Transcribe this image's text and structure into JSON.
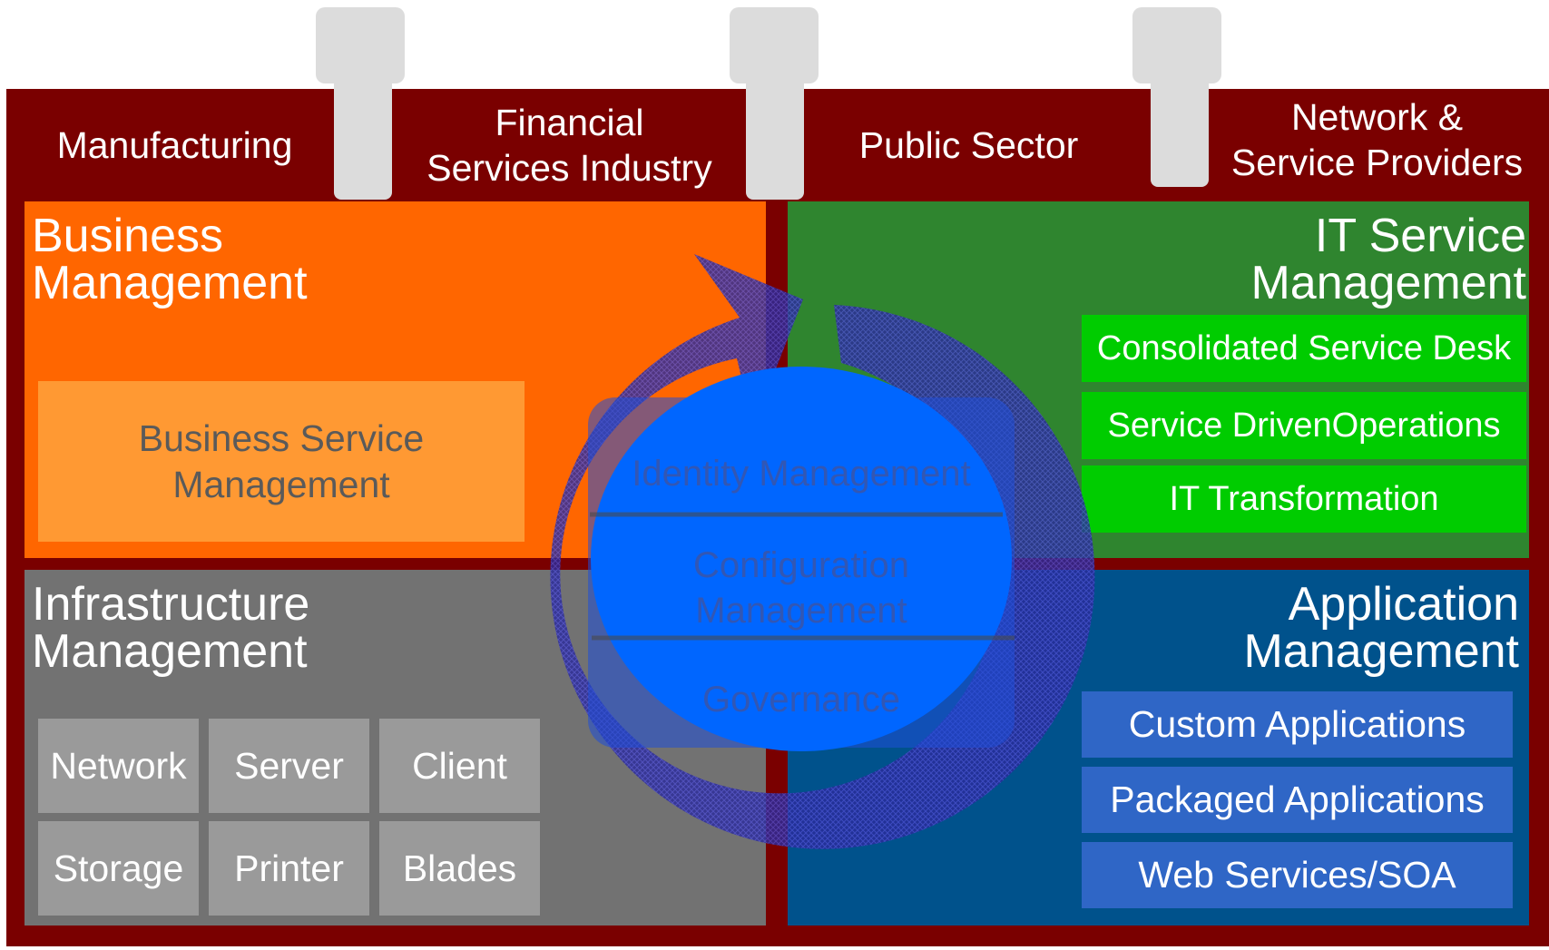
{
  "industries": [
    {
      "label": "Manufacturing"
    },
    {
      "label": "Financial\nServices Industry"
    },
    {
      "label": "Public Sector"
    },
    {
      "label": "Network &\nService Providers"
    }
  ],
  "quadrants": {
    "business": {
      "title": "Business\nManagement",
      "items": [
        "Business Service\nManagement"
      ],
      "color": "#ff6600"
    },
    "it_service": {
      "title": "IT Service\nManagement",
      "items": [
        "Consolidated Service Desk",
        "Service DrivenOperations",
        "IT Transformation"
      ],
      "color": "#2f852f"
    },
    "infrastructure": {
      "title": "Infrastructure\nManagement",
      "items": [
        "Network",
        "Server",
        "Client",
        "Storage",
        "Printer",
        "Blades"
      ],
      "color": "#727272"
    },
    "application": {
      "title": "Application\nManagement",
      "items": [
        "Custom Applications",
        "Packaged Applications",
        "Web Services/SOA"
      ],
      "color": "#00528c"
    }
  },
  "center": {
    "layers": [
      "Identity Management",
      "Configuration\nManagement",
      "Governance"
    ]
  },
  "colors": {
    "frame": "#7a0000",
    "pillar": "#dcdcdc",
    "cycle": "#2233aa",
    "globe": "#0066ff"
  }
}
